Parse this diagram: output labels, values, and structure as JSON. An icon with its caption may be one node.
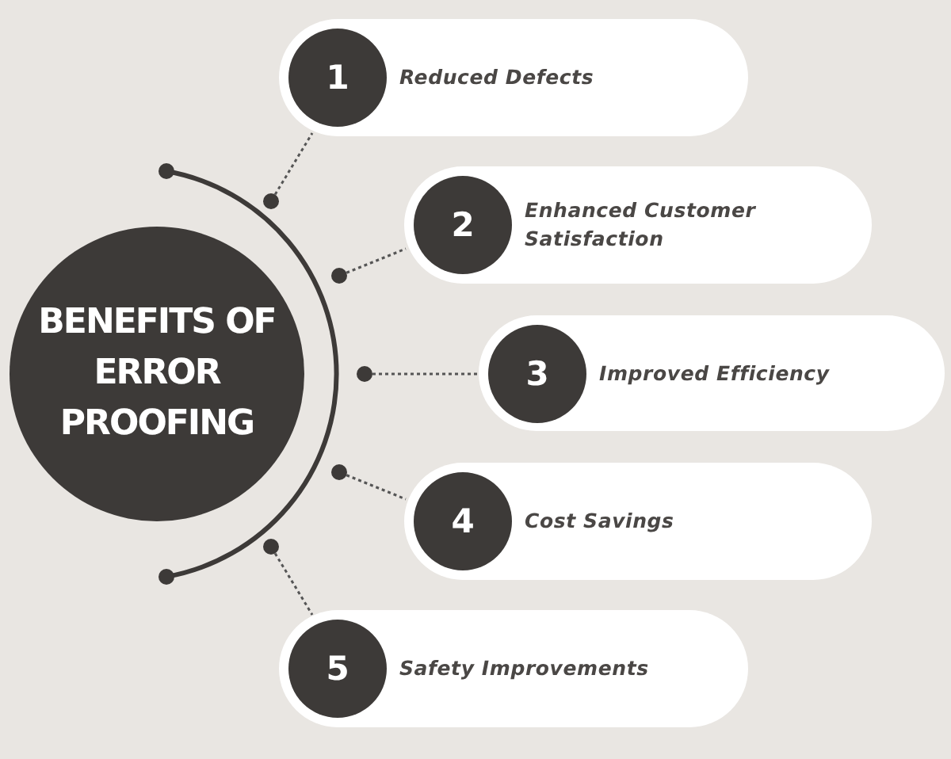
{
  "diagram": {
    "nodes": [
      {
        "text": [
          "BENEFITS OF ERROR PROOFING"
        ]
      },
      {
        "text": [
          "Reduced Defects"
        ]
      },
      {
        "text": [
          "1"
        ],
        "in": 1
      },
      {
        "text": [
          "Enhanced Customer Satisfaction"
        ]
      },
      {
        "text": [
          "2"
        ],
        "in": 3
      },
      {
        "text": [
          "Improved Efficiency"
        ]
      },
      {
        "text": [
          "3"
        ],
        "in": 5
      },
      {
        "text": [
          "Cost Savings"
        ]
      },
      {
        "text": [
          "4"
        ],
        "in": 7
      },
      {
        "text": [
          "Safety Improvements"
        ]
      },
      {
        "text": [
          "5"
        ],
        "in": 9
      },
      {
        "text": [],
        "shape": "circle"
      },
      {
        "text": [],
        "shape": "circle"
      },
      {
        "text": [],
        "shape": "circle"
      },
      {
        "text": [],
        "shape": "circle"
      },
      {
        "text": [],
        "shape": "circle"
      }
    ],
    "edges": [
      {
        "from": 11,
        "to": 1,
        "arrow": "none",
        "style": "dashed"
      },
      {
        "from": 12,
        "to": 3,
        "arrow": "none",
        "style": "dashed"
      },
      {
        "from": 13,
        "to": 5,
        "arrow": "none",
        "style": "dashed"
      },
      {
        "from": 14,
        "to": 7,
        "arrow": "none",
        "style": "dashed"
      },
      {
        "from": 15,
        "to": 9,
        "arrow": "none",
        "style": "dashed"
      }
    ]
  }
}
